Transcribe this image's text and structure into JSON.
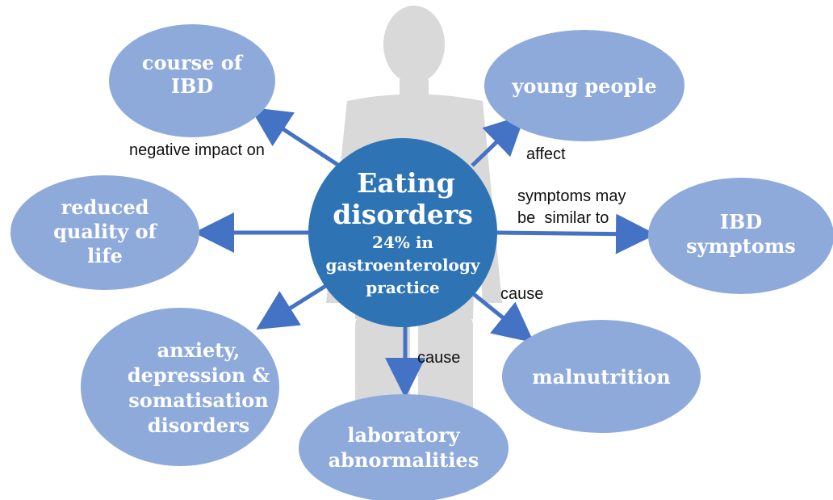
{
  "colors": {
    "ellipse_fill": "#8eaadb",
    "center_fill": "#2e74b5",
    "arrow": "#4472c4",
    "silhouette": "#d9d9d9"
  },
  "icons": {
    "background": "person-silhouette"
  },
  "center": {
    "title_line1": "Eating",
    "title_line2": "disorders",
    "sub_line1": "24% in",
    "sub_line2": "gastroenterology",
    "sub_line3": "practice"
  },
  "nodes": {
    "course": [
      "course of",
      "IBD"
    ],
    "young": [
      "young people"
    ],
    "quality": [
      "reduced",
      "quality of",
      "life"
    ],
    "ibd": [
      "IBD",
      "symptoms"
    ],
    "anxiety": [
      "anxiety,",
      "depression &",
      "somatisation",
      "disorders"
    ],
    "malnutrition": [
      "malnutrition"
    ],
    "lab": [
      "laboratory",
      "abnormalities"
    ]
  },
  "edge_labels": {
    "course": "negative impact on",
    "young": "affect",
    "ibd_line1": "symptoms may",
    "ibd_line2": "be  similar to",
    "malnutrition": "cause",
    "lab": "cause"
  }
}
